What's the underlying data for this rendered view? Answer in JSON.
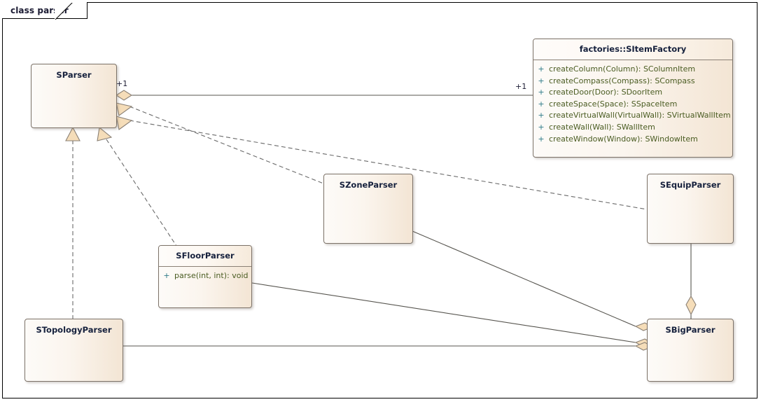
{
  "diagram": {
    "tab_label": "class parser",
    "kind": "uml-class-diagram"
  },
  "classes": [
    {
      "id": "sparser",
      "name": "SParser",
      "members": []
    },
    {
      "id": "sitemfactory",
      "name": "factories::SItemFactory",
      "members": [
        {
          "visibility": "+",
          "signature": "createColumn(Column): SColumnItem"
        },
        {
          "visibility": "+",
          "signature": "createCompass(Compass): SCompass"
        },
        {
          "visibility": "+",
          "signature": "createDoor(Door): SDoorItem"
        },
        {
          "visibility": "+",
          "signature": "createSpace(Space): SSpaceItem"
        },
        {
          "visibility": "+",
          "signature": "createVirtualWall(VirtualWall): SVirtualWallItem"
        },
        {
          "visibility": "+",
          "signature": "createWall(Wall): SWallItem"
        },
        {
          "visibility": "+",
          "signature": "createWindow(Window): SWindowItem"
        }
      ]
    },
    {
      "id": "szoneparser",
      "name": "SZoneParser",
      "members": []
    },
    {
      "id": "sequipparser",
      "name": "SEquipParser",
      "members": []
    },
    {
      "id": "sfloorparser",
      "name": "SFloorParser",
      "members": [
        {
          "visibility": "+",
          "signature": "parse(int, int): void"
        }
      ]
    },
    {
      "id": "stopologyparser",
      "name": "STopologyParser",
      "members": []
    },
    {
      "id": "sbigparser",
      "name": "SBigParser",
      "members": []
    }
  ],
  "multiplicities": [
    {
      "id": "mult-sparser-factory-source",
      "label": "+1"
    },
    {
      "id": "mult-sparser-factory-target",
      "label": "+1"
    }
  ],
  "colors": {
    "box_fill_light": "#fdfbf8",
    "box_fill_dark": "#f3e5d4",
    "box_border": "#7c7268",
    "title_text": "#16213d",
    "member_text": "#4a5c22",
    "visibility_text": "#2e7a88",
    "connector": "#5a5a5a",
    "adornment_fill": "#f5ddb9",
    "frame_border": "#000000"
  }
}
